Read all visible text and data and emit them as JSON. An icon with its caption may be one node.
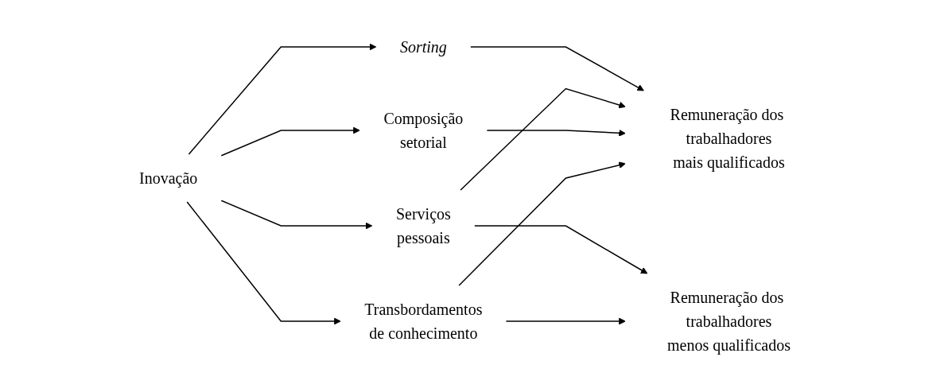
{
  "diagram": {
    "nodes": [
      {
        "text": [
          "Inovação"
        ]
      },
      {
        "text": [
          "Transbordamentos de conhecimento"
        ]
      },
      {
        "text": [
          "Composição setorial"
        ]
      },
      {
        "text": [
          "Serviços pessoais"
        ]
      },
      {
        "text": [
          "Sorting"
        ]
      },
      {
        "text": [
          "Remuneração dos trabalhadores mais qualificados"
        ]
      },
      {
        "text": [
          "Remuneração dos trabalhadores menos qualificados"
        ]
      }
    ],
    "edges": [
      {
        "from": 0,
        "to": 1,
        "arrow": "to"
      },
      {
        "from": 0,
        "to": 2,
        "arrow": "to"
      },
      {
        "from": 0,
        "to": 3,
        "arrow": "to"
      },
      {
        "from": 0,
        "to": 4,
        "arrow": "to"
      },
      {
        "from": 1,
        "to": 5,
        "arrow": "to"
      },
      {
        "from": 1,
        "to": 6,
        "arrow": "to"
      },
      {
        "from": 2,
        "to": 5,
        "arrow": "to"
      },
      {
        "from": 3,
        "to": 5,
        "arrow": "to"
      },
      {
        "from": 3,
        "to": 6,
        "arrow": "to"
      },
      {
        "from": 4,
        "to": 5,
        "arrow": "to"
      }
    ]
  }
}
